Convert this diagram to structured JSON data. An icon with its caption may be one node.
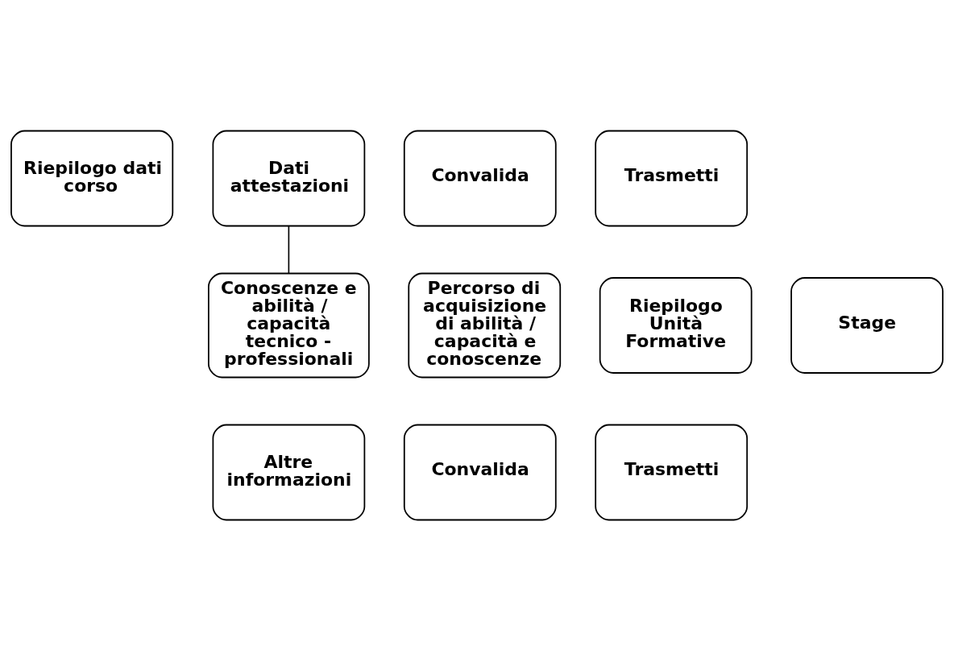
{
  "diagram": {
    "nodes": [
      {
        "text": [
          "Riepilogo dati corso"
        ]
      },
      {
        "text": [
          "Dati attestazioni"
        ]
      },
      {
        "text": [
          "Convalida"
        ]
      },
      {
        "text": [
          "Trasmetti"
        ]
      },
      {
        "text": [
          "Conoscenze e abilità / capacità tecnico - professionali"
        ]
      },
      {
        "text": [
          "Percorso di acquisizione di abilità / capacità e conoscenze"
        ]
      },
      {
        "text": [
          "Riepilogo Unità Formative"
        ]
      },
      {
        "text": [
          "Stage"
        ]
      },
      {
        "text": [
          "Altre informazioni"
        ]
      },
      {
        "text": [
          "Convalida"
        ]
      },
      {
        "text": [
          "Trasmetti"
        ]
      }
    ],
    "edges": [
      {
        "from": 1,
        "to": 4,
        "arrow": "none"
      }
    ]
  }
}
